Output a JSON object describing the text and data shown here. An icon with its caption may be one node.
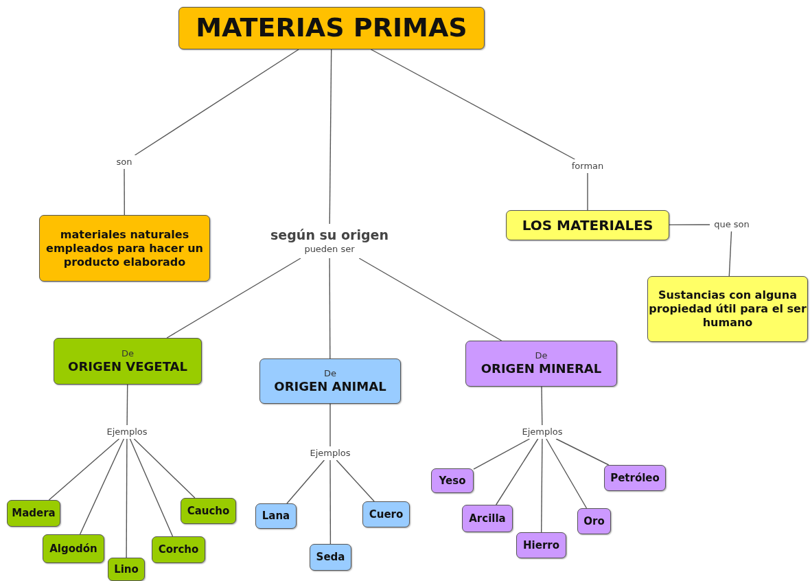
{
  "diagram": {
    "nodes": [
      {
        "text": [
          "MATERIAS PRIMAS"
        ]
      },
      {
        "text": [
          "son"
        ]
      },
      {
        "text": [
          "materiales naturales empleados para hacer un producto elaborado"
        ]
      },
      {
        "text": [
          "según su origen",
          "pueden ser"
        ]
      },
      {
        "text": [
          "forman"
        ]
      },
      {
        "text": [
          "LOS MATERIALES"
        ]
      },
      {
        "text": [
          "que son"
        ]
      },
      {
        "text": [
          "Sustancias con alguna propiedad útil para el ser humano"
        ]
      },
      {
        "text": [
          "De",
          "ORIGEN VEGETAL"
        ]
      },
      {
        "text": [
          "De",
          "ORIGEN ANIMAL"
        ]
      },
      {
        "text": [
          "De",
          "ORIGEN MINERAL"
        ]
      },
      {
        "text": [
          "Ejemplos"
        ]
      },
      {
        "text": [
          "Madera"
        ]
      },
      {
        "text": [
          "Algodón"
        ]
      },
      {
        "text": [
          "Lino"
        ]
      },
      {
        "text": [
          "Corcho"
        ]
      },
      {
        "text": [
          "Caucho"
        ]
      },
      {
        "text": [
          "Ejemplos"
        ]
      },
      {
        "text": [
          "Lana"
        ]
      },
      {
        "text": [
          "Seda"
        ]
      },
      {
        "text": [
          "Cuero"
        ]
      },
      {
        "text": [
          "Ejemplos"
        ]
      },
      {
        "text": [
          "Yeso"
        ]
      },
      {
        "text": [
          "Arcilla"
        ]
      },
      {
        "text": [
          "Hierro"
        ]
      },
      {
        "text": [
          "Oro"
        ]
      },
      {
        "text": [
          "Petróleo"
        ]
      }
    ],
    "edges": [
      {
        "from": 0,
        "to": 1,
        "arrow": "none"
      },
      {
        "from": 1,
        "to": 2,
        "arrow": "none"
      },
      {
        "from": 0,
        "to": 3,
        "arrow": "none"
      },
      {
        "from": 0,
        "to": 4,
        "arrow": "none"
      },
      {
        "from": 4,
        "to": 5,
        "arrow": "none"
      },
      {
        "from": 5,
        "to": 6,
        "arrow": "none"
      },
      {
        "from": 6,
        "to": 7,
        "arrow": "none"
      },
      {
        "from": 3,
        "to": 8,
        "arrow": "none"
      },
      {
        "from": 3,
        "to": 9,
        "arrow": "none"
      },
      {
        "from": 3,
        "to": 10,
        "arrow": "none"
      },
      {
        "from": 8,
        "to": 11,
        "arrow": "none"
      },
      {
        "from": 11,
        "to": 12,
        "arrow": "none"
      },
      {
        "from": 11,
        "to": 13,
        "arrow": "none"
      },
      {
        "from": 11,
        "to": 14,
        "arrow": "none"
      },
      {
        "from": 11,
        "to": 15,
        "arrow": "none"
      },
      {
        "from": 11,
        "to": 16,
        "arrow": "none"
      },
      {
        "from": 9,
        "to": 17,
        "arrow": "none"
      },
      {
        "from": 17,
        "to": 18,
        "arrow": "none"
      },
      {
        "from": 17,
        "to": 19,
        "arrow": "none"
      },
      {
        "from": 17,
        "to": 20,
        "arrow": "none"
      },
      {
        "from": 10,
        "to": 21,
        "arrow": "none"
      },
      {
        "from": 21,
        "to": 22,
        "arrow": "none"
      },
      {
        "from": 21,
        "to": 23,
        "arrow": "none"
      },
      {
        "from": 21,
        "to": 24,
        "arrow": "none"
      },
      {
        "from": 21,
        "to": 25,
        "arrow": "none"
      },
      {
        "from": 21,
        "to": 26,
        "arrow": "none"
      }
    ]
  }
}
